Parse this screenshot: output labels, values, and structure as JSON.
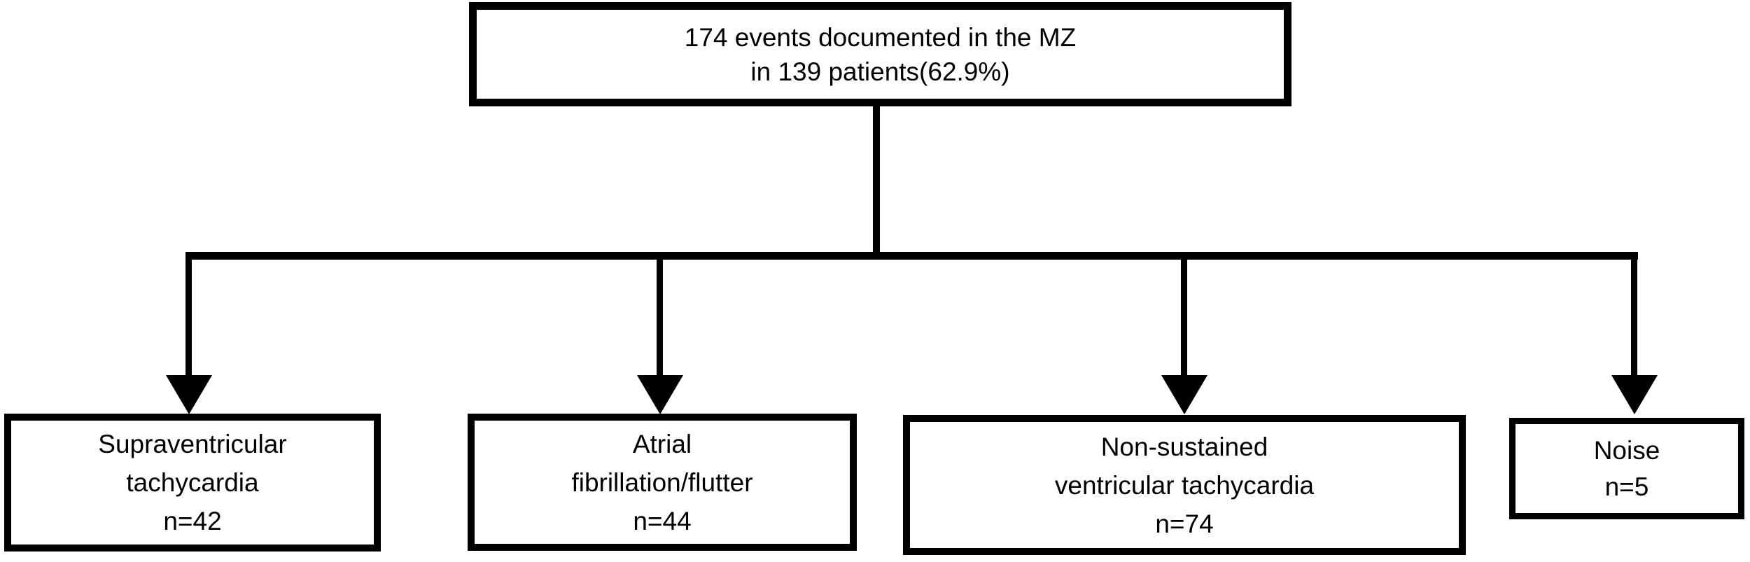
{
  "diagram": {
    "type": "flowchart",
    "background_color": "#ffffff",
    "line_color": "#000000",
    "text_color": "#000000",
    "root": {
      "line1": "174 events documented in the MZ",
      "line2": "in 139 patients(62.9%)"
    },
    "children": [
      {
        "line1": "Supraventricular",
        "line2": "tachycardia",
        "count": "n=42"
      },
      {
        "line1": "Atrial",
        "line2": "fibrillation/flutter",
        "count": "n=44"
      },
      {
        "line1": "Non-sustained",
        "line2": "ventricular tachycardia",
        "count": "n=74"
      },
      {
        "line1": "Noise",
        "count": "n=5"
      }
    ]
  }
}
